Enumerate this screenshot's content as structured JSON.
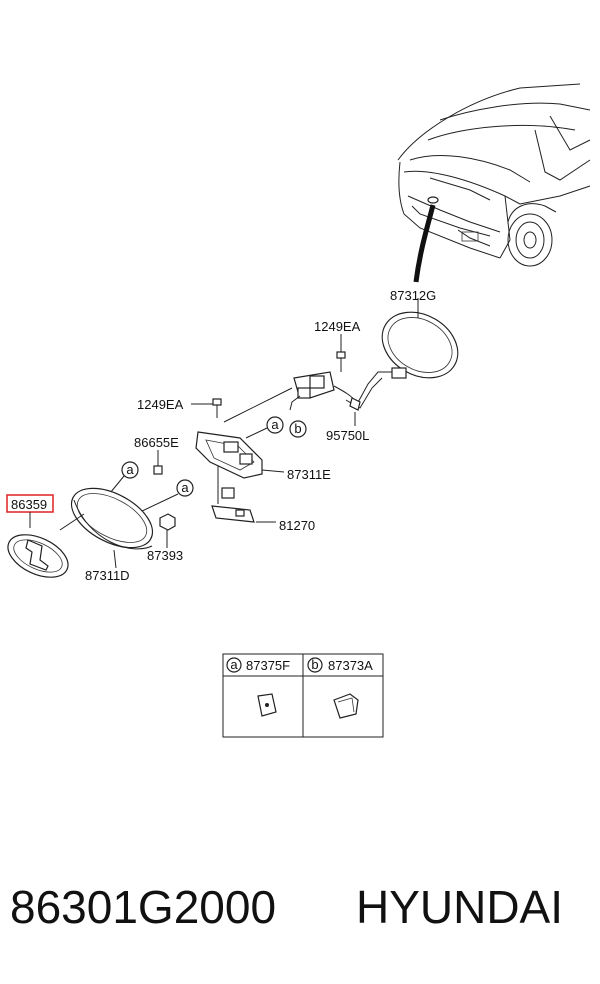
{
  "diagram": {
    "labels": {
      "p87312g": "87312G",
      "p1249ea_top": "1249EA",
      "p1249ea_left": "1249EA",
      "p95750l": "95750L",
      "p86655e": "86655E",
      "p87311e": "87311E",
      "p86359": "86359",
      "p81270": "81270",
      "p87393": "87393",
      "p87311d": "87311D"
    },
    "callouts": {
      "a": "a",
      "b": "b"
    },
    "legend": {
      "a_marker": "a",
      "a_part": "87375F",
      "b_marker": "b",
      "b_part": "87373A"
    },
    "highlight_color": "#e02020"
  },
  "footer": {
    "part_number": "86301G2000",
    "brand": "HYUNDAI"
  }
}
